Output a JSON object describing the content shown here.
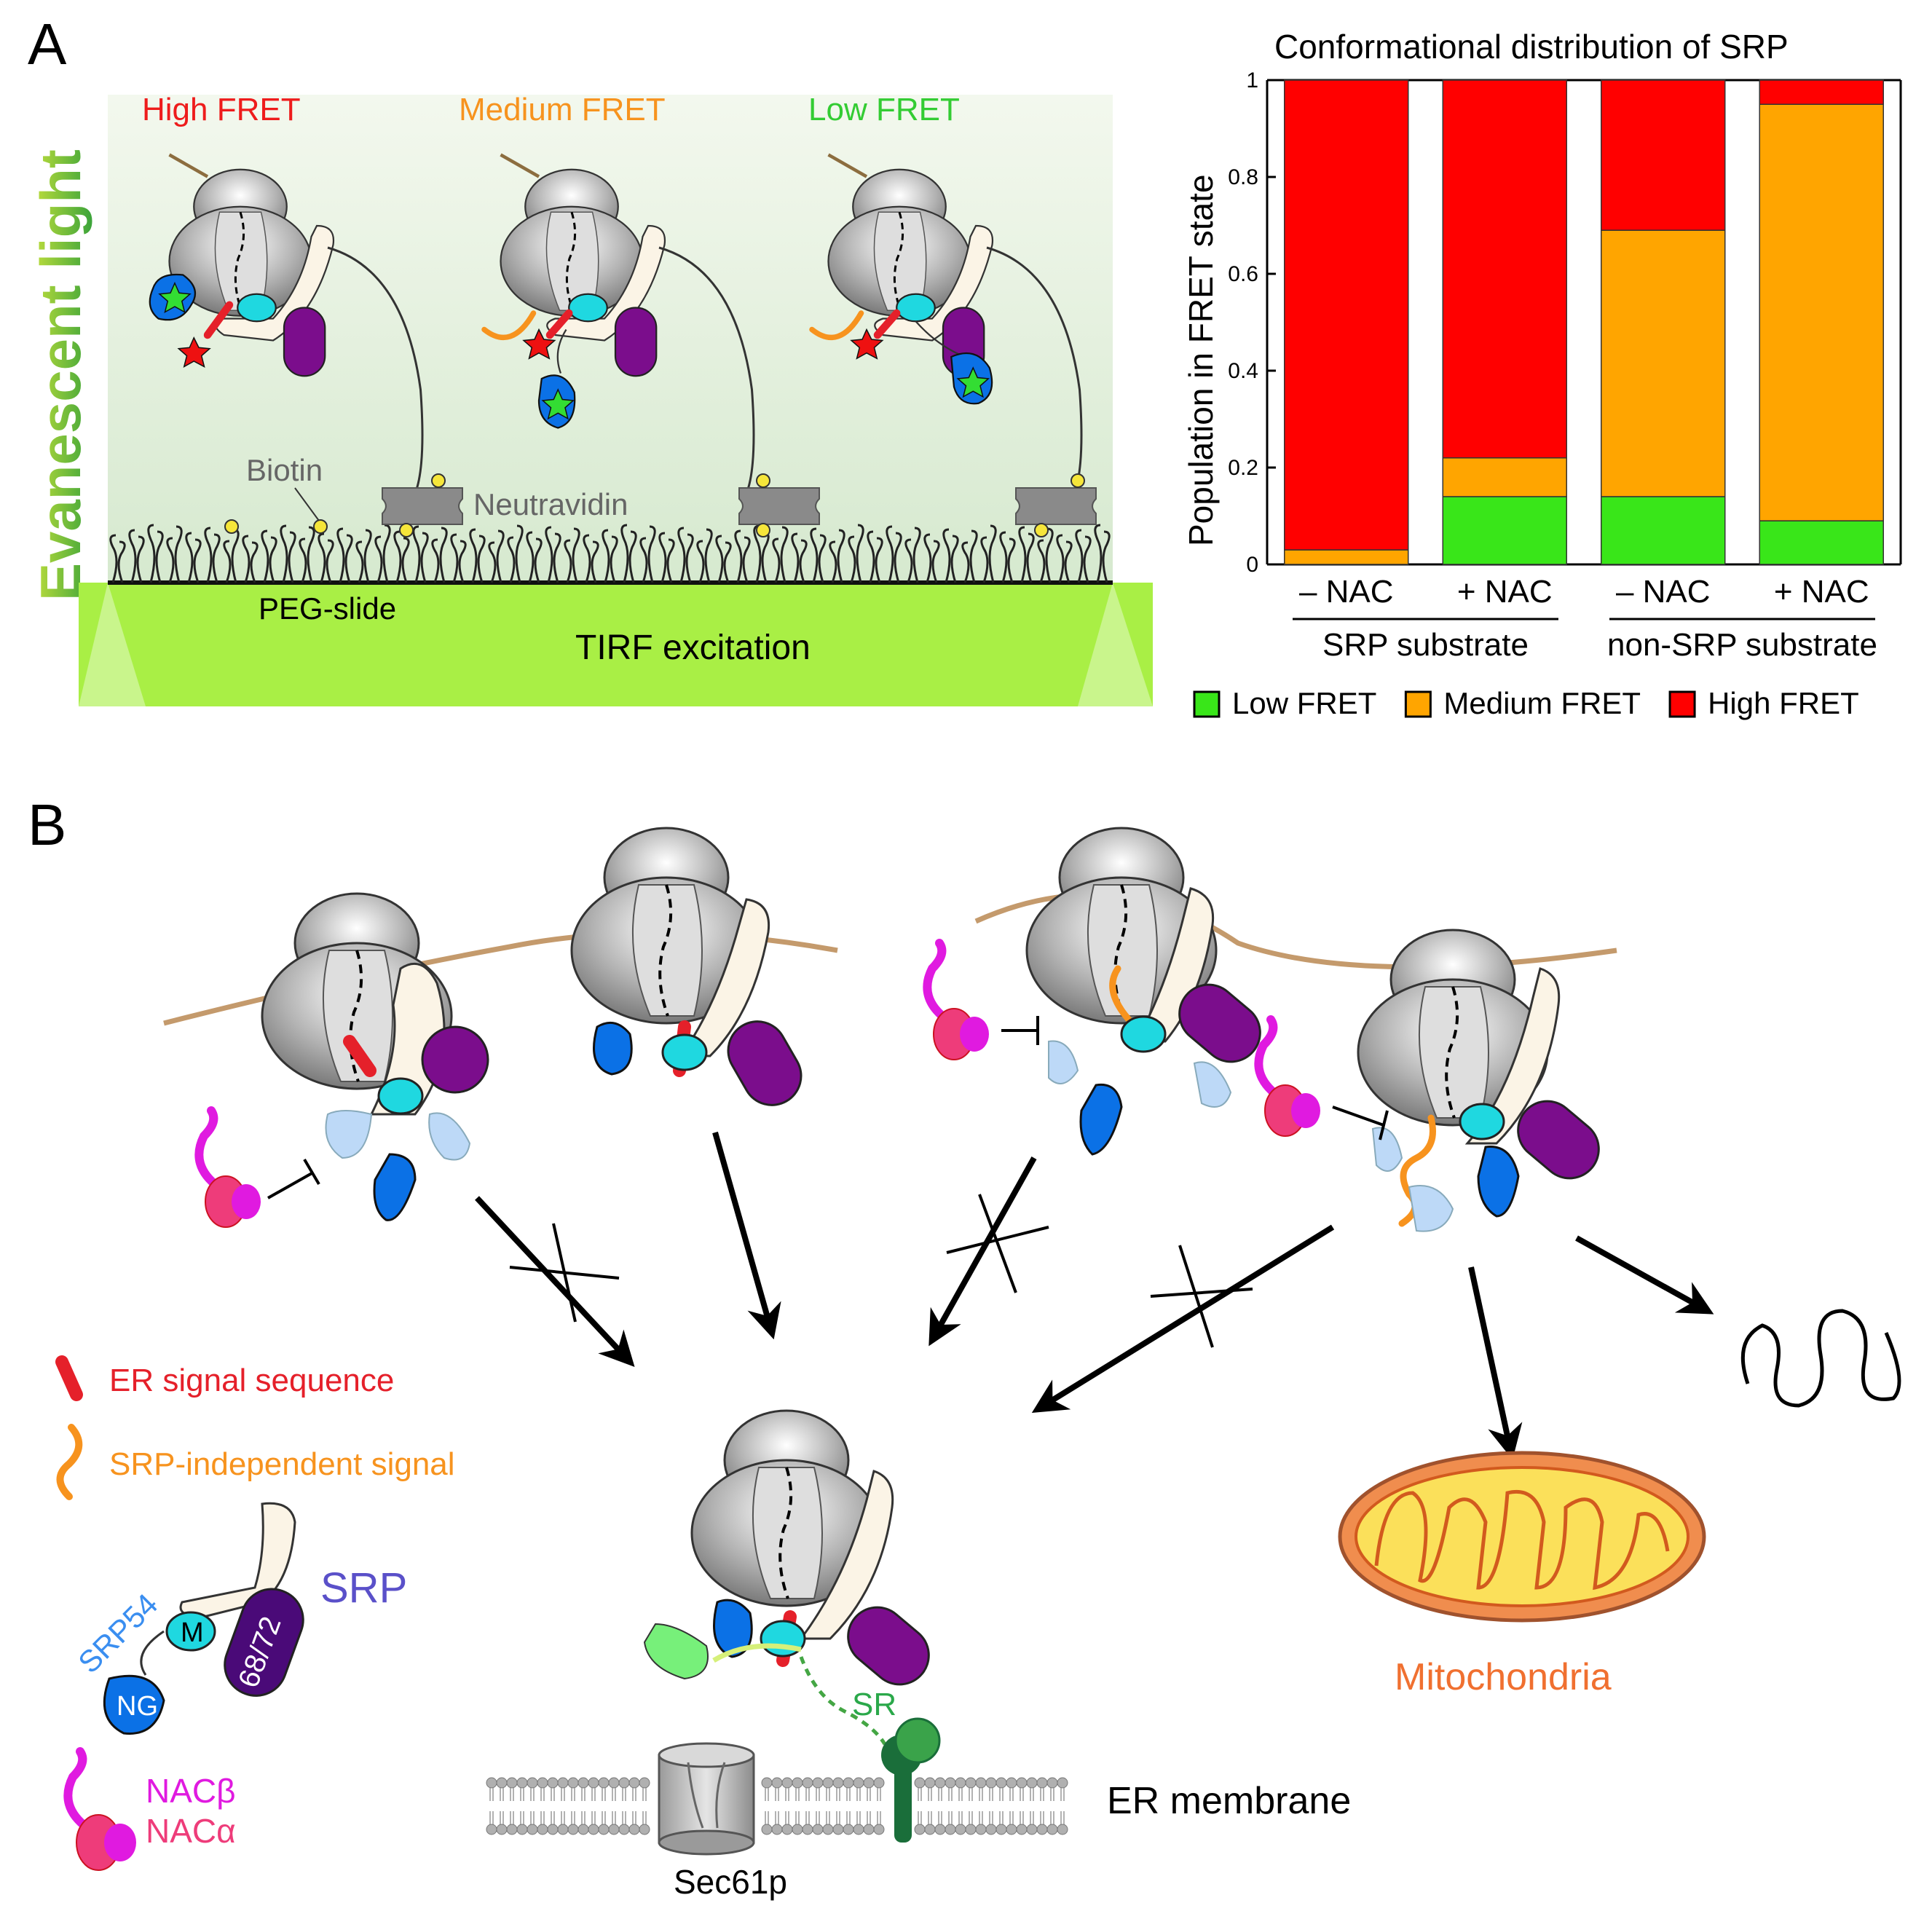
{
  "panels": {
    "a_label": "A",
    "b_label": "B"
  },
  "panel_a": {
    "fret_states": [
      "High FRET",
      "Medium FRET",
      "Low FRET"
    ],
    "side_label": "Evanescent light",
    "biotin_label": "Biotin",
    "neutravidin_label": "Neutravidin",
    "peg_label": "PEG-slide",
    "tirf_label": "TIRF excitation"
  },
  "chart_data": {
    "type": "bar",
    "stacked": true,
    "title": "Conformational distribution of SRP",
    "ylabel": "Population in FRET state",
    "xlabel": "",
    "ylim": [
      0,
      1
    ],
    "yticks": [
      "0",
      "0.2",
      "0.4",
      "0.6",
      "0.8",
      "1"
    ],
    "categories": [
      "– NAC",
      "+ NAC",
      "– NAC",
      "+ NAC"
    ],
    "groups": [
      "SRP substrate",
      "non-SRP substrate"
    ],
    "series": [
      {
        "name": "Low FRET",
        "color": "#39e619",
        "values": [
          0.0,
          0.14,
          0.14,
          0.09
        ]
      },
      {
        "name": "Medium FRET",
        "color": "#ffa500",
        "values": [
          0.03,
          0.08,
          0.55,
          0.86
        ]
      },
      {
        "name": "High FRET",
        "color": "#ff0000",
        "values": [
          0.97,
          0.78,
          0.31,
          0.05
        ]
      }
    ],
    "grid": false,
    "legend": "bottom"
  },
  "panel_b": {
    "legend": {
      "er_signal": "ER signal sequence",
      "srp_independent": "SRP-independent signal",
      "srp": "SRP",
      "srp54": "SRP54",
      "m": "M",
      "ng": "NG",
      "domain_68_72": "68/72",
      "nac_beta": "NACβ",
      "nac_alpha": "NACα"
    },
    "sr_label": "SR",
    "er_membrane_label": "ER membrane",
    "sec61_label": "Sec61p",
    "mito_label": "Mitochondria"
  }
}
